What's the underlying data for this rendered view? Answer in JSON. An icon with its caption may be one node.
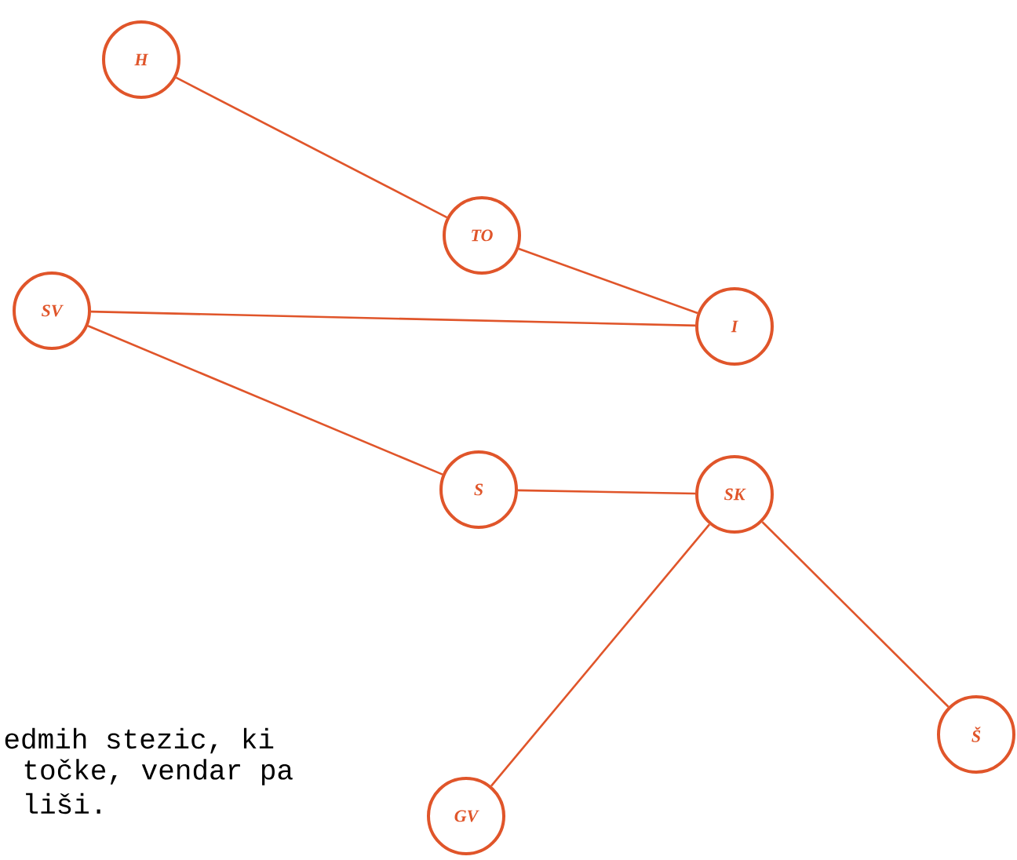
{
  "diagram": {
    "nodes": [
      {
        "text": [
          "H"
        ]
      },
      {
        "text": [
          "TO"
        ]
      },
      {
        "text": [
          "SV"
        ]
      },
      {
        "text": [
          "I"
        ]
      },
      {
        "text": [
          "S"
        ]
      },
      {
        "text": [
          "SK"
        ]
      },
      {
        "text": [
          "Š"
        ]
      },
      {
        "text": [
          "GV"
        ]
      }
    ],
    "edges": [
      {
        "from": 0,
        "to": 1,
        "arrow": "none"
      },
      {
        "from": 1,
        "to": 3,
        "arrow": "none"
      },
      {
        "from": 2,
        "to": 3,
        "arrow": "none"
      },
      {
        "from": 2,
        "to": 4,
        "arrow": "none"
      },
      {
        "from": 4,
        "to": 5,
        "arrow": "none"
      },
      {
        "from": 5,
        "to": 7,
        "arrow": "none"
      },
      {
        "from": 5,
        "to": 6,
        "arrow": "none"
      }
    ],
    "labels": [
      "edmih stezic, ki",
      "točke, vendar pa",
      "liši."
    ]
  }
}
